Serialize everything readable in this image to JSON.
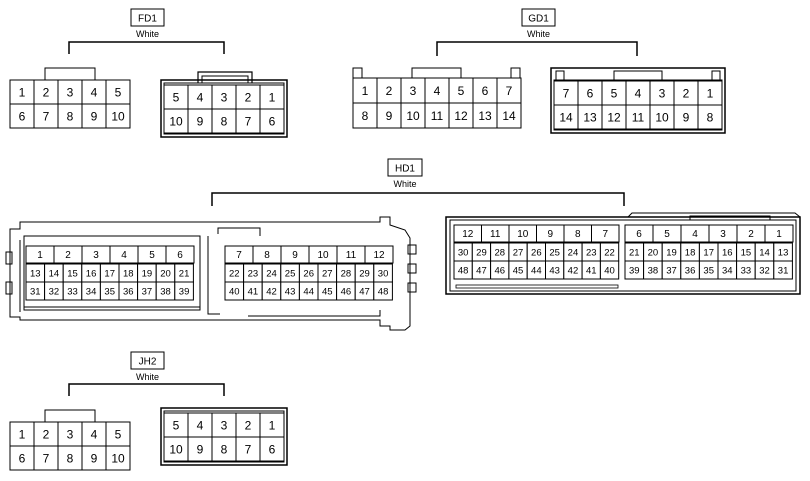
{
  "connectors": {
    "fd1": {
      "name": "FD1",
      "color": "White",
      "female": [
        [
          "1",
          "2",
          "3",
          "4",
          "5"
        ],
        [
          "6",
          "7",
          "8",
          "9",
          "10"
        ]
      ],
      "male": [
        [
          "5",
          "4",
          "3",
          "2",
          "1"
        ],
        [
          "10",
          "9",
          "8",
          "7",
          "6"
        ]
      ]
    },
    "gd1": {
      "name": "GD1",
      "color": "White",
      "female": [
        [
          "1",
          "2",
          "3",
          "4",
          "5",
          "6",
          "7"
        ],
        [
          "8",
          "9",
          "10",
          "11",
          "12",
          "13",
          "14"
        ]
      ],
      "male": [
        [
          "7",
          "6",
          "5",
          "4",
          "3",
          "2",
          "1"
        ],
        [
          "14",
          "13",
          "12",
          "11",
          "10",
          "9",
          "8"
        ]
      ]
    },
    "hd1": {
      "name": "HD1",
      "color": "White",
      "female_left_top": [
        "1",
        "2",
        "3",
        "4",
        "5",
        "6"
      ],
      "female_left_rows": [
        [
          "13",
          "14",
          "15",
          "16",
          "17",
          "18",
          "19",
          "20",
          "21"
        ],
        [
          "31",
          "32",
          "33",
          "34",
          "35",
          "36",
          "37",
          "38",
          "39"
        ]
      ],
      "female_right_top": [
        "7",
        "8",
        "9",
        "10",
        "11",
        "12"
      ],
      "female_right_rows": [
        [
          "22",
          "23",
          "24",
          "25",
          "26",
          "27",
          "28",
          "29",
          "30"
        ],
        [
          "40",
          "41",
          "42",
          "43",
          "44",
          "45",
          "46",
          "47",
          "48"
        ]
      ],
      "male_left_top": [
        "12",
        "11",
        "10",
        "9",
        "8",
        "7"
      ],
      "male_left_rows": [
        [
          "30",
          "29",
          "28",
          "27",
          "26",
          "25",
          "24",
          "23",
          "22"
        ],
        [
          "48",
          "47",
          "46",
          "45",
          "44",
          "43",
          "42",
          "41",
          "40"
        ]
      ],
      "male_right_top": [
        "6",
        "5",
        "4",
        "3",
        "2",
        "1"
      ],
      "male_right_rows": [
        [
          "21",
          "20",
          "19",
          "18",
          "17",
          "16",
          "15",
          "14",
          "13"
        ],
        [
          "39",
          "38",
          "37",
          "36",
          "35",
          "34",
          "33",
          "32",
          "31"
        ]
      ]
    },
    "jh2": {
      "name": "JH2",
      "color": "White",
      "female": [
        [
          "1",
          "2",
          "3",
          "4",
          "5"
        ],
        [
          "6",
          "7",
          "8",
          "9",
          "10"
        ]
      ],
      "male": [
        [
          "5",
          "4",
          "3",
          "2",
          "1"
        ],
        [
          "10",
          "9",
          "8",
          "7",
          "6"
        ]
      ]
    }
  }
}
